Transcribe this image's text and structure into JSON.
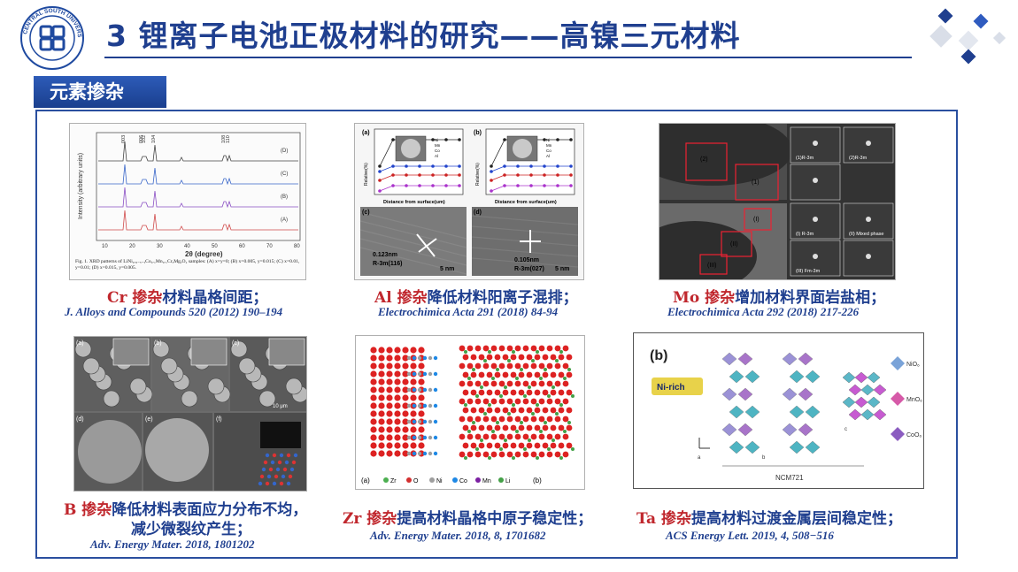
{
  "header": {
    "title": "3 锂离子电池正极材料的研究——高镍三元材料",
    "logo_text": "CENTRAL SOUTH UNIVERSITY"
  },
  "section_tab": "元素掺杂",
  "items": [
    {
      "element": "Cr",
      "doping": "掺杂",
      "effect": "材料晶格间距；",
      "reference": "J. Alloys and Compounds 520 (2012) 190–194",
      "figure": {
        "xlabel": "2θ (degree)",
        "ylabel": "Intensity (arbitrary units)",
        "x_ticks": [
          "10",
          "20",
          "30",
          "40",
          "50",
          "60",
          "70",
          "80"
        ],
        "peak_labels": [
          "003",
          "006",
          "102",
          "104",
          "108",
          "110"
        ],
        "curve_labels": [
          "(D)",
          "(C)",
          "(B)",
          "(A)"
        ],
        "caption": "Fig. 1. XRD patterns of LiNi₀.₈₋ₓ₋ᵧCo₀.₁Mn₀.₁CrₓMgᵧO₂ samples: (A) x=y=0; (B) x=0.005, y=0.015; (C) x=0.01, y=0.01; (D) x=0.015, y=0.005."
      }
    },
    {
      "element": "Al",
      "doping": "掺杂",
      "effect": "降低材料阳离子混排；",
      "reference": "Electrochimica Acta 291 (2018) 84-94",
      "figure": {
        "panels": [
          "(a)",
          "(b)",
          "(c)",
          "(d)"
        ],
        "xlabel": "Distance from surface(um)",
        "ylabel": "Relative(%)",
        "legend": [
          "Ni",
          "Mn",
          "Co",
          "Al"
        ],
        "hrtem_c": [
          "0.123nm",
          "R-3m(116)",
          "5 nm"
        ],
        "hrtem_d": [
          "0.105nm",
          "R-3m(027)",
          "5 nm"
        ]
      }
    },
    {
      "element": "Mo",
      "doping": "掺杂",
      "effect": "增加材料界面岩盐相；",
      "reference": "Electrochimica Acta 292 (2018) 217-226",
      "figure": {
        "labels": [
          "(2)",
          "(1)",
          "(I)",
          "(II)",
          "(III)"
        ],
        "phases": [
          "(1)R-3m",
          "(2)R-3m",
          "(I) R-3m",
          "(II) Mixed phase",
          "(III) Fm-3m"
        ]
      }
    },
    {
      "element": "B",
      "doping": "掺杂",
      "effect": "降低材料表面应力分布不均，",
      "effect_line2": "减少微裂纹产生；",
      "reference": "Adv. Energy Mater. 2018, 1801202",
      "figure": {
        "panels": [
          "(a)",
          "(b)",
          "(c)",
          "(d)",
          "(e)",
          "(f)"
        ],
        "scale": "10 μm"
      }
    },
    {
      "element": "Zr",
      "doping": "掺杂",
      "effect": "提高材料晶格中原子稳定性；",
      "reference": "Adv. Energy Mater. 2018, 8, 1701682",
      "figure": {
        "panels": [
          "(a)",
          "(b)"
        ],
        "legend": [
          "Zr",
          "O",
          "Ni",
          "Co",
          "Mn",
          "Li"
        ],
        "legend_colors": [
          "#4caf50",
          "#d32f2f",
          "#9e9e9e",
          "#1e88e5",
          "#7b1fa2",
          "#43a047"
        ]
      }
    },
    {
      "element": "Ta",
      "doping": "掺杂",
      "effect": "提高材料过渡金属层间稳定性；",
      "reference": "ACS Energy Lett. 2019, 4, 508−516",
      "figure": {
        "panel": "(b)",
        "tag": "Ni-rich",
        "legend": [
          "NiO₆",
          "MnO₆",
          "CoO₆"
        ],
        "bottom_label": "NCM721",
        "axes": [
          "a",
          "b",
          "c"
        ]
      }
    }
  ],
  "colors": {
    "brand_blue": "#1f3f8f",
    "accent_red": "#c0272d"
  }
}
